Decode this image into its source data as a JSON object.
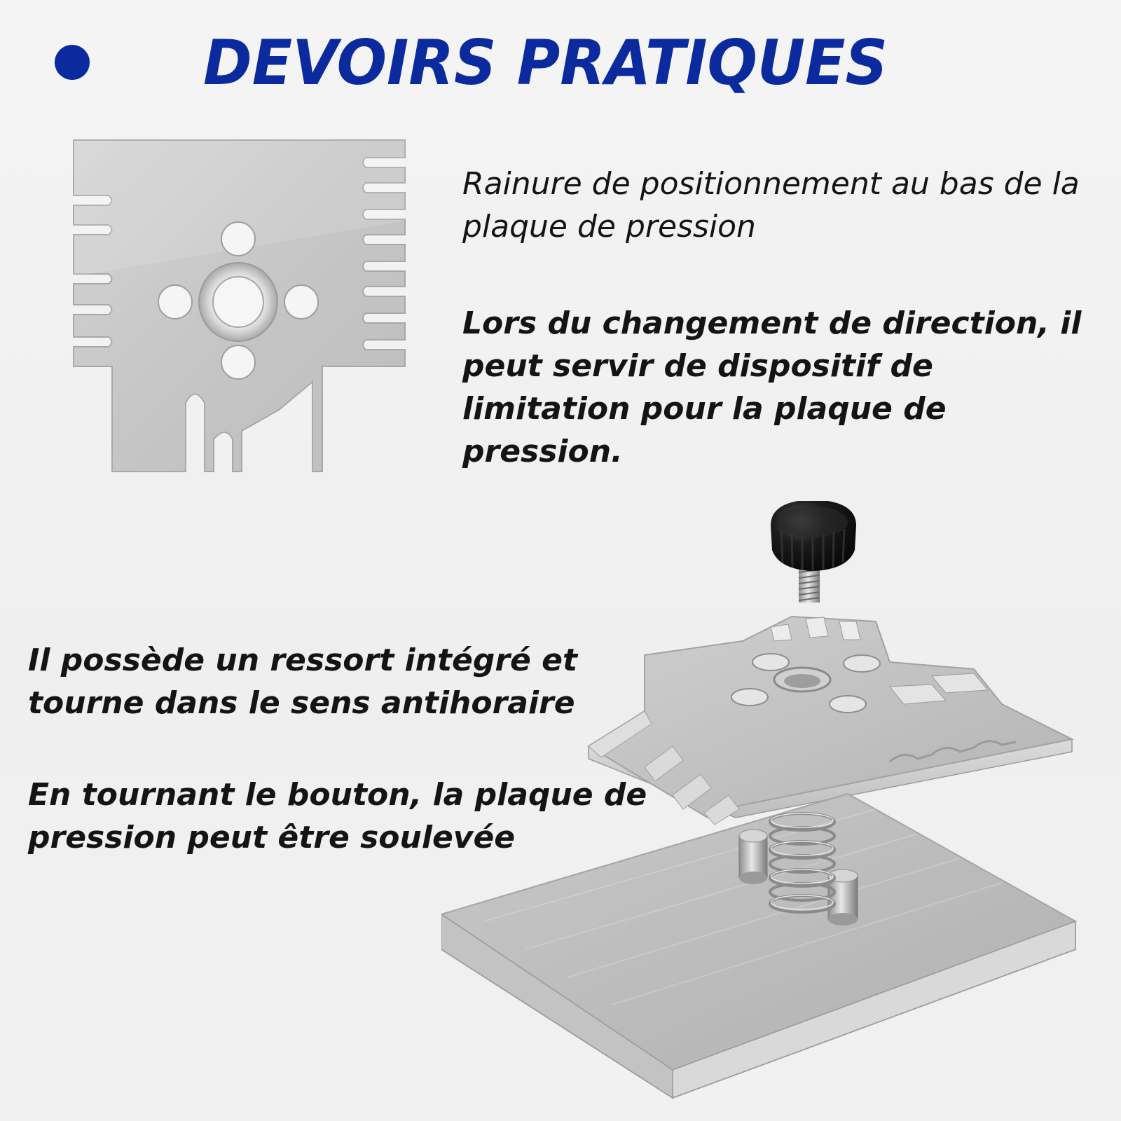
{
  "header": {
    "title": "DEVOIRS PRATIQUES"
  },
  "features": {
    "groove_caption": "Rainure de positionnement au bas de la plaque de pression",
    "limiter_caption": "Lors du changement de direction, il peut servir de dispositif de limitation pour la plaque de pression.",
    "spring_caption": "Il possède un ressort intégré et tourne dans le sens antihoraire",
    "knob_caption": "En tournant le bouton, la plaque de pression peut être soulevée"
  },
  "icons": {
    "bullet": "bullet-dot-icon",
    "plate": "pressure-plate-icon",
    "knob": "knob-icon",
    "spring": "spring-icon"
  },
  "colors": {
    "accent": "#0a2a9e",
    "text": "#141414",
    "metal": "#c9c9c9",
    "background": "#f2f2f2"
  }
}
